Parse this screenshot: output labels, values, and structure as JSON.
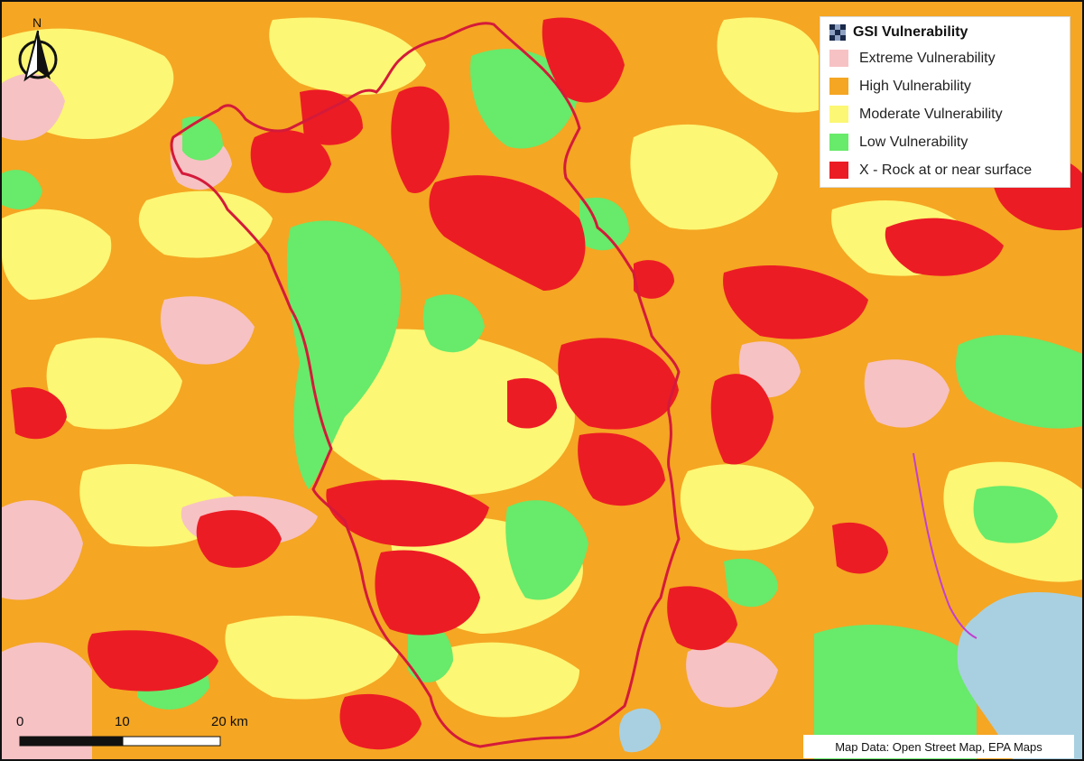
{
  "legend": {
    "title": "GSI Vulnerability",
    "items": [
      {
        "label": "Extreme Vulnerability",
        "color": "#f7c2c4"
      },
      {
        "label": "High Vulnerability",
        "color": "#f5a623"
      },
      {
        "label": "Moderate Vulnerability",
        "color": "#fcf774"
      },
      {
        "label": "Low Vulnerability",
        "color": "#68ea6a"
      },
      {
        "label": "X - Rock at or near surface",
        "color": "#ec1c24"
      }
    ]
  },
  "north_arrow": {
    "label": "N"
  },
  "scale_bar": {
    "ticks": [
      "0",
      "10",
      "20 km"
    ]
  },
  "attribution": "Map Data: Open Street Map, EPA Maps",
  "colors": {
    "catchment_boundary": "#d41a3a",
    "water": "#a9d0e0",
    "river": "#c23fd0"
  }
}
